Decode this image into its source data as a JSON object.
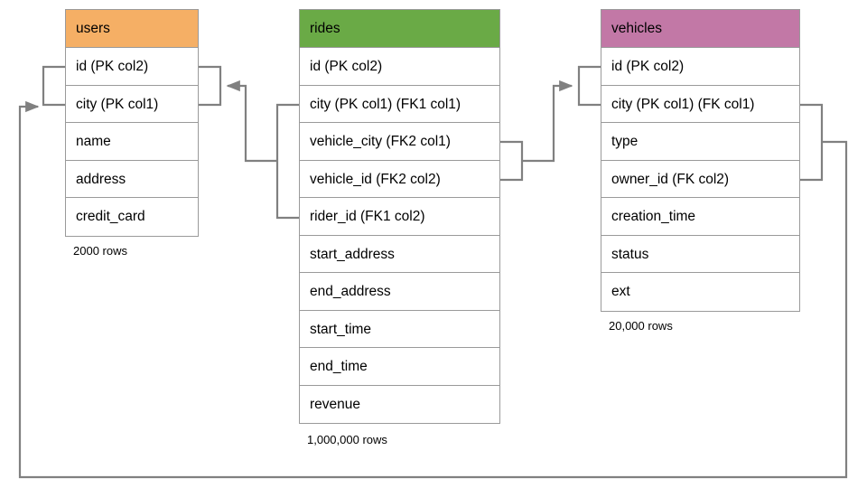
{
  "diagram": {
    "title_visible": false,
    "background": "#ffffff",
    "line_color": "#808080",
    "border_color": "#9a9a9a"
  },
  "entities": [
    {
      "name": "users",
      "header_color": "#f5af65",
      "row_count_label": "2000 rows",
      "fields": [
        {
          "label": "id (PK col2)"
        },
        {
          "label": "city (PK col1)"
        },
        {
          "label": "name"
        },
        {
          "label": "address"
        },
        {
          "label": "credit_card"
        }
      ]
    },
    {
      "name": "rides",
      "header_color": "#6aaa46",
      "row_count_label": "1,000,000 rows",
      "fields": [
        {
          "label": "id (PK col2)"
        },
        {
          "label": "city (PK col1) (FK1 col1)"
        },
        {
          "label": "vehicle_city (FK2 col1)"
        },
        {
          "label": "vehicle_id (FK2 col2)"
        },
        {
          "label": "rider_id (FK1 col2)"
        },
        {
          "label": "start_address"
        },
        {
          "label": "end_address"
        },
        {
          "label": "start_time"
        },
        {
          "label": "end_time"
        },
        {
          "label": "revenue"
        }
      ]
    },
    {
      "name": "vehicles",
      "header_color": "#c278a6",
      "row_count_label": "20,000 rows",
      "fields": [
        {
          "label": "id (PK col2)"
        },
        {
          "label": "city (PK col1) (FK col1)"
        },
        {
          "label": "type"
        },
        {
          "label": "owner_id (FK col2)"
        },
        {
          "label": "creation_time"
        },
        {
          "label": "status"
        },
        {
          "label": "ext"
        }
      ]
    }
  ],
  "relationships": [
    {
      "name": "rides-fk1-to-users",
      "from": "rides.city + rides.rider_id",
      "to": "users.id + users.city",
      "arrow_direction": "left"
    },
    {
      "name": "rides-fk2-to-vehicles",
      "from": "rides.vehicle_city + rides.vehicle_id",
      "to": "vehicles.id + vehicles.city",
      "arrow_direction": "right"
    },
    {
      "name": "vehicles-fk-to-users",
      "from": "vehicles.city + vehicles.owner_id",
      "to": "users.id + users.city",
      "arrow_direction": "right"
    }
  ]
}
